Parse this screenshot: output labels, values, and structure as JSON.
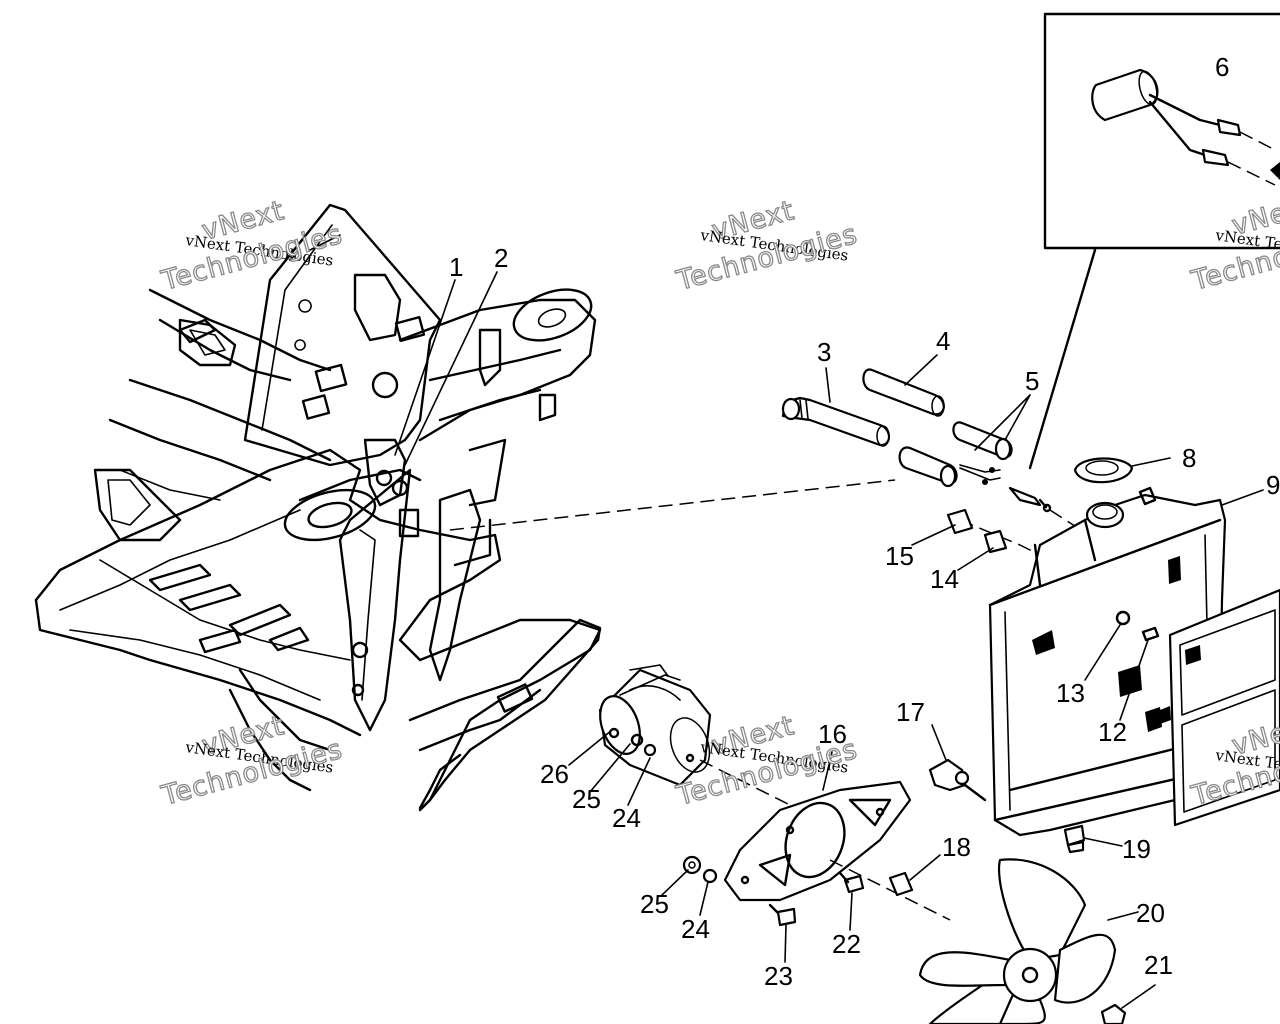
{
  "watermark": {
    "line1": "vNext Technologies",
    "line2": "Technologies",
    "line3": "vNext"
  },
  "callouts": [
    {
      "id": "c1",
      "label": "1"
    },
    {
      "id": "c2",
      "label": "2"
    },
    {
      "id": "c3",
      "label": "3"
    },
    {
      "id": "c4",
      "label": "4"
    },
    {
      "id": "c5",
      "label": "5"
    },
    {
      "id": "c6",
      "label": "6"
    },
    {
      "id": "c8",
      "label": "8"
    },
    {
      "id": "c9",
      "label": "9"
    },
    {
      "id": "c12",
      "label": "12"
    },
    {
      "id": "c13",
      "label": "13"
    },
    {
      "id": "c14",
      "label": "14"
    },
    {
      "id": "c15",
      "label": "15"
    },
    {
      "id": "c16",
      "label": "16"
    },
    {
      "id": "c17",
      "label": "17"
    },
    {
      "id": "c18",
      "label": "18"
    },
    {
      "id": "c19",
      "label": "19"
    },
    {
      "id": "c20",
      "label": "20"
    },
    {
      "id": "c21",
      "label": "21"
    },
    {
      "id": "c22",
      "label": "22"
    },
    {
      "id": "c23",
      "label": "23"
    },
    {
      "id": "c24a",
      "label": "24"
    },
    {
      "id": "c24b",
      "label": "24"
    },
    {
      "id": "c25a",
      "label": "25"
    },
    {
      "id": "c25b",
      "label": "25"
    },
    {
      "id": "c26",
      "label": "26"
    }
  ]
}
